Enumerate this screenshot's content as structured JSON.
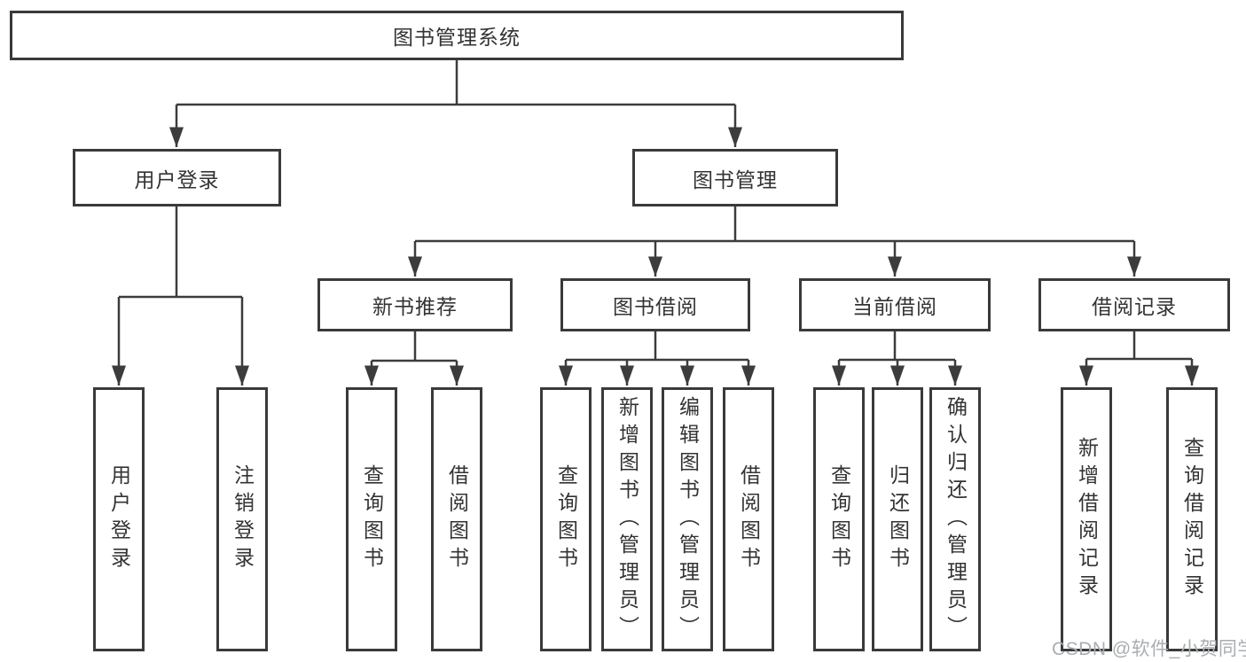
{
  "diagram": {
    "root": {
      "label": "图书管理系统",
      "children": [
        {
          "label": "用户登录",
          "children": [
            {
              "label": "用户登录"
            },
            {
              "label": "注销登录"
            }
          ]
        },
        {
          "label": "图书管理",
          "children": [
            {
              "label": "新书推荐",
              "children": [
                {
                  "label": "查询图书"
                },
                {
                  "label": "借阅图书"
                }
              ]
            },
            {
              "label": "图书借阅",
              "children": [
                {
                  "label": "查询图书"
                },
                {
                  "label": "新增图书（管理员）"
                },
                {
                  "label": "编辑图书（管理员）"
                },
                {
                  "label": "借阅图书"
                }
              ]
            },
            {
              "label": "当前借阅",
              "children": [
                {
                  "label": "查询图书"
                },
                {
                  "label": "归还图书"
                },
                {
                  "label": "确认归还（管理员）"
                }
              ]
            },
            {
              "label": "借阅记录",
              "children": [
                {
                  "label": "新增借阅记录"
                },
                {
                  "label": "查询借阅记录"
                }
              ]
            }
          ]
        }
      ]
    }
  },
  "watermark": {
    "text": "CSDN @软件_小贺同学"
  },
  "colors": {
    "background": "#ffffff",
    "box_border": "#3a3a3a",
    "connector_line": "#3c3c3c",
    "text": "#333333",
    "watermark": "#a9aeb1"
  }
}
